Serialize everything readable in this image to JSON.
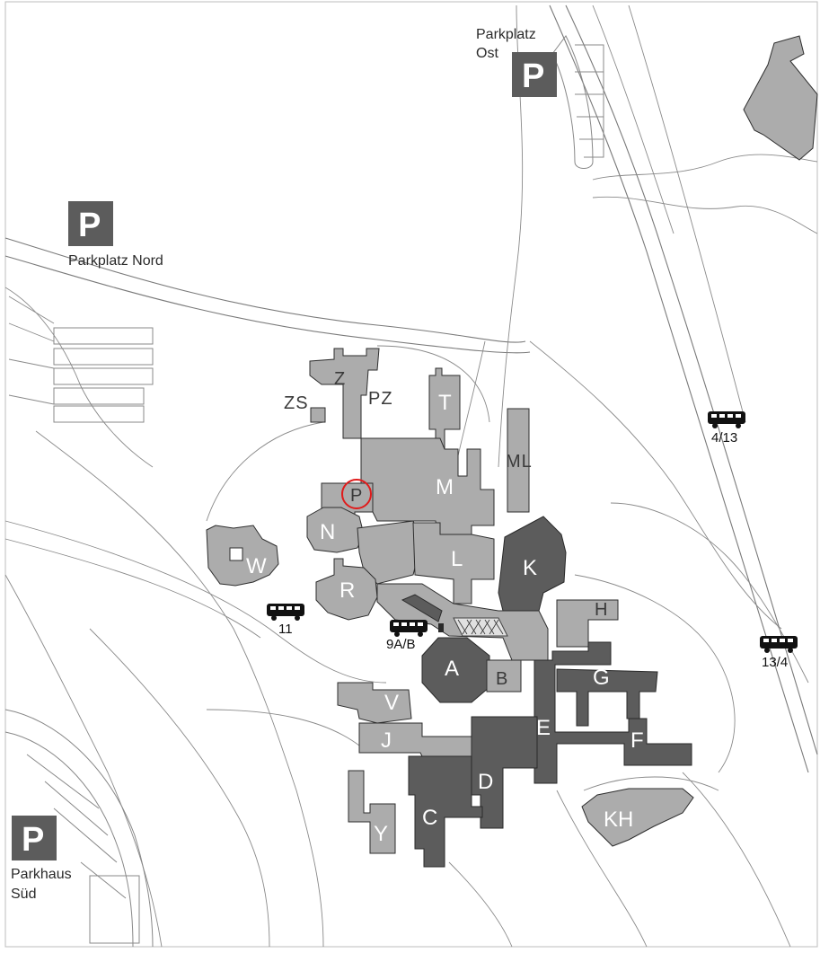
{
  "parking": [
    {
      "id": "ost",
      "sign": "P",
      "label_lines": [
        "Parkplatz",
        "Ost"
      ]
    },
    {
      "id": "nord",
      "sign": "P",
      "label_lines": [
        "Parkplatz Nord"
      ]
    },
    {
      "id": "sued",
      "sign": "P",
      "label_lines": [
        "Parkhaus",
        "Süd"
      ]
    }
  ],
  "buildings": {
    "Z": "Z",
    "ZS": "ZS",
    "PZ": "PZ",
    "T": "T",
    "ML": "ML",
    "M": "M",
    "P": "P",
    "N": "N",
    "W": "W",
    "L": "L",
    "K": "K",
    "R": "R",
    "H": "H",
    "A": "A",
    "B": "B",
    "G": "G",
    "V": "V",
    "E": "E",
    "J": "J",
    "F": "F",
    "D": "D",
    "KH": "KH",
    "C": "C",
    "Y": "Y"
  },
  "bus_stops": [
    {
      "id": "bus-4-13",
      "label": "4/13"
    },
    {
      "id": "bus-11",
      "label": "11"
    },
    {
      "id": "bus-9ab",
      "label": "9A/B"
    },
    {
      "id": "bus-13-4",
      "label": "13/4"
    }
  ],
  "highlight": {
    "building": "P",
    "color": "#e01b1b"
  },
  "colors": {
    "building_light": "#acacac",
    "building_dark": "#5c5c5c",
    "parking_sign": "#5c5c5c"
  }
}
